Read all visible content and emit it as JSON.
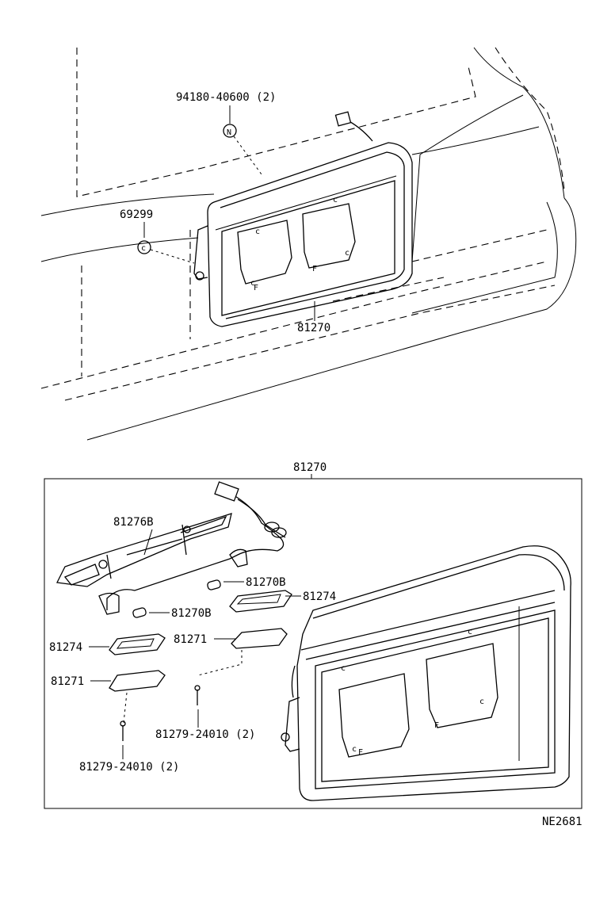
{
  "diagram": {
    "code": "NE2681",
    "top_view": {
      "labels": {
        "grommet_bolt": "94180-40600 (2)",
        "clip": "69299",
        "garnish_assy": "81270"
      }
    },
    "exploded_view": {
      "box_label": "81270",
      "labels": {
        "lamp_housing": "81276B",
        "socket_upper": "81270B",
        "lens_right": "81274",
        "socket_lower": "81270B",
        "lens_left": "81274",
        "cover_right": "81271",
        "cover_left": "81271",
        "screw_right": "81279-24010 (2)",
        "screw_left": "81279-24010 (2)"
      }
    }
  }
}
